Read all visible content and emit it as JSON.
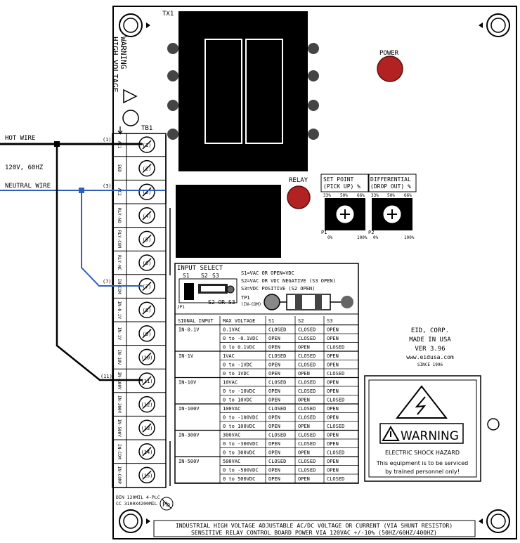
{
  "wires": {
    "hot": "HOT WIRE",
    "voltage": "120V, 60HZ",
    "neutral": "NEUTRAL WIRE",
    "hot_color": "#000000",
    "neutral_color": "#2f5fbf",
    "pin_in_1": "(1)",
    "pin_in_3": "(3)",
    "pin_in_7": "(7)",
    "pin_in_11": "(11)"
  },
  "board": {
    "transformer": "TX1",
    "terminal_block": "TB1",
    "warning_line1": "WARNING",
    "warning_line2": "HIGH VOLTAGE",
    "power_label": "POWER",
    "relay_label": "RELAY",
    "led_color": "#b22222"
  },
  "terminals": [
    {
      "num": "(1)",
      "label": "AC1"
    },
    {
      "num": "(2)",
      "label": "EGD"
    },
    {
      "num": "(3)",
      "label": "AC2"
    },
    {
      "num": "(4)",
      "label": "RLY-NO"
    },
    {
      "num": "(5)",
      "label": "RLY-COM"
    },
    {
      "num": "(6)",
      "label": "RLY-NC"
    },
    {
      "num": "(7)",
      "label": "IN-COM"
    },
    {
      "num": "(8)",
      "label": "IN-0.1V"
    },
    {
      "num": "(9)",
      "label": "IN-1V"
    },
    {
      "num": "(10)",
      "label": "IN-10V"
    },
    {
      "num": "(11)",
      "label": "IN-100V"
    },
    {
      "num": "(12)",
      "label": "IN-300V"
    },
    {
      "num": "(13)",
      "label": "IN-500V"
    },
    {
      "num": "(14)",
      "label": "IN-COM"
    },
    {
      "num": "(15)",
      "label": "IN-COMP"
    }
  ],
  "setpoint": {
    "title_line1": "SET POINT",
    "title_line2": "(PICK UP) %",
    "scale": [
      "33%",
      "50%",
      "66%"
    ],
    "pot": "P1",
    "low": "0%",
    "high": "100%"
  },
  "differential": {
    "title_line1": "DIFFERENTIAL",
    "title_line2": "(DROP OUT) %",
    "scale": [
      "33%",
      "50%",
      "66%"
    ],
    "pot": "P2",
    "low": "0%",
    "high": "100%"
  },
  "input_select": {
    "title": "INPUT SELECT",
    "s1": "S1",
    "s2": "S2",
    "s3": "S3",
    "jumper": "JP1",
    "jumper_note": "S2 OR S3",
    "note1": "S1=VAC OR OPEN=VDC",
    "note2": "S2=VAC OR VDC NEGATIVE (S3 OPEN)",
    "note3": "S3=VDC POSITIVE (S2 OPEN)",
    "tp_line1": "TP1",
    "tp_line2": "(IN-COM)"
  },
  "table": {
    "headers": [
      "SIGNAL INPUT",
      "MAX VOLTAGE",
      "S1",
      "S2",
      "S3"
    ],
    "groups": [
      {
        "signal": "IN-0.1V",
        "rows": [
          [
            "0.1VAC",
            "CLOSED",
            "CLOSED",
            "OPEN"
          ],
          [
            "0 to -0.1VDC",
            "OPEN",
            "CLOSED",
            "OPEN"
          ],
          [
            "0 to 0.1VDC",
            "OPEN",
            "OPEN",
            "CLOSED"
          ]
        ]
      },
      {
        "signal": "IN-1V",
        "rows": [
          [
            "1VAC",
            "CLOSED",
            "CLOSED",
            "OPEN"
          ],
          [
            "0 to -1VDC",
            "OPEN",
            "CLOSED",
            "OPEN"
          ],
          [
            "0 to 1VDC",
            "OPEN",
            "OPEN",
            "CLOSED"
          ]
        ]
      },
      {
        "signal": "IN-10V",
        "rows": [
          [
            "10VAC",
            "CLOSED",
            "CLOSED",
            "OPEN"
          ],
          [
            "0 to -10VDC",
            "OPEN",
            "CLOSED",
            "OPEN"
          ],
          [
            "0 to 10VDC",
            "OPEN",
            "OPEN",
            "CLOSED"
          ]
        ]
      },
      {
        "signal": "IN-100V",
        "rows": [
          [
            "100VAC",
            "CLOSED",
            "CLOSED",
            "OPEN"
          ],
          [
            "0 to -100VDC",
            "OPEN",
            "CLOSED",
            "OPEN"
          ],
          [
            "0 to 100VDC",
            "OPEN",
            "OPEN",
            "CLOSED"
          ]
        ]
      },
      {
        "signal": "IN-300V",
        "rows": [
          [
            "300VAC",
            "CLOSED",
            "CLOSED",
            "OPEN"
          ],
          [
            "0 to -300VDC",
            "OPEN",
            "CLOSED",
            "OPEN"
          ],
          [
            "0 to 300VDC",
            "OPEN",
            "OPEN",
            "CLOSED"
          ]
        ]
      },
      {
        "signal": "IN-500V",
        "rows": [
          [
            "500VAC",
            "CLOSED",
            "CLOSED",
            "OPEN"
          ],
          [
            "0 to -500VDC",
            "OPEN",
            "CLOSED",
            "OPEN"
          ],
          [
            "0 to 500VDC",
            "OPEN",
            "OPEN",
            "CLOSED"
          ]
        ]
      }
    ]
  },
  "company": {
    "name": "EID, CORP.",
    "made": "MADE IN USA",
    "version": "VER 3.96",
    "web": "www.eidusa.com",
    "since": "SINCE 1996"
  },
  "hazard": {
    "word": "WARNING",
    "title": "ELECTRIC SHOCK HAZARD",
    "line1": "This equipment is to be serviced",
    "line2": "by trained personnel only!"
  },
  "footer": {
    "line1": "INDUSTRIAL HIGH VOLTAGE ADJUSTABLE AC/DC VOLTAGE OR CURRENT (VIA SHUNT RESISTOR)",
    "line2": "SENSITIVE RELAY CONTROL BOARD POWER VIA 120VAC +/-10% (50HZ/60HZ/400HZ)"
  },
  "mounting": {
    "line1": "DIN 120MIL 4-PLC",
    "line2": "CC 3100X4200MIL",
    "pb_mark": "Pb"
  }
}
